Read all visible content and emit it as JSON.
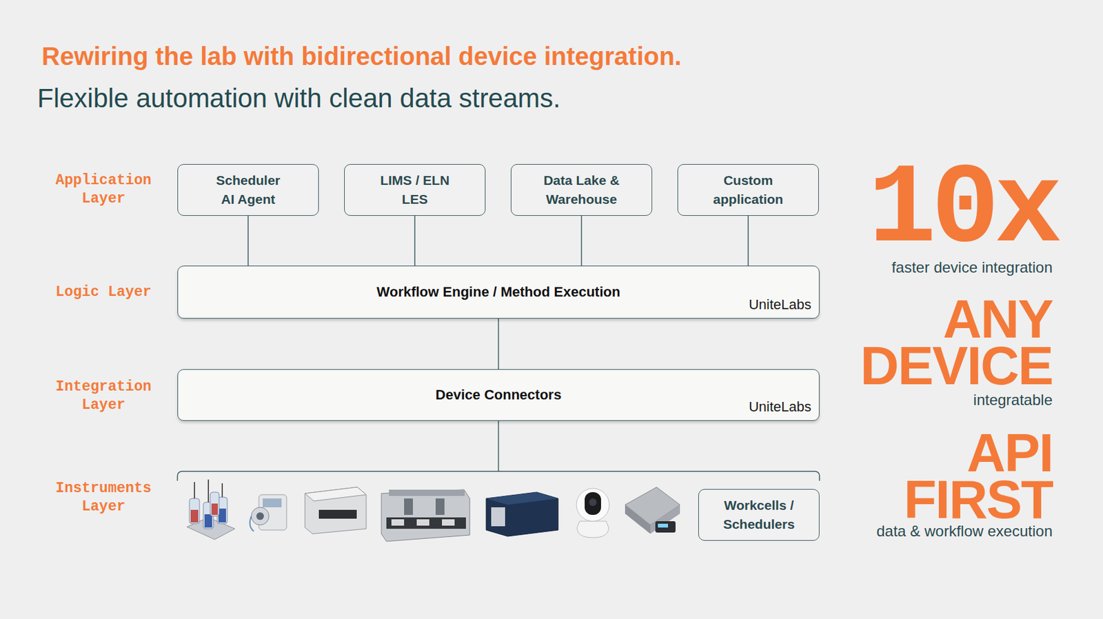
{
  "diagram": {
    "title": "Rewiring the lab with bidirectional device integration.",
    "nodes": [
      {
        "text": [
          "Scheduler AI Agent"
        ]
      },
      {
        "text": [
          "LIMS / ELN LES"
        ]
      },
      {
        "text": [
          "Data Lake & Warehouse"
        ]
      },
      {
        "text": [
          "Custom application"
        ]
      },
      {
        "text": [
          "Workflow Engine / Method Execution",
          "UniteLabs"
        ]
      },
      {
        "text": [
          "Device Connectors",
          "UniteLabs"
        ]
      },
      {
        "text": [
          "Workcells / Schedulers"
        ]
      }
    ],
    "edges": [
      {
        "from": 0,
        "to": 4,
        "arrow": "none"
      },
      {
        "from": 1,
        "to": 4,
        "arrow": "none"
      },
      {
        "from": 2,
        "to": 4,
        "arrow": "none"
      },
      {
        "from": 3,
        "to": 4,
        "arrow": "none"
      },
      {
        "from": 4,
        "to": 5,
        "arrow": "none"
      }
    ],
    "labels": [
      "Flexible automation with clean data streams.",
      "Application Layer",
      "Logic Layer",
      "Integration Layer",
      "Instruments Layer",
      "10x",
      "faster device integration",
      "ANY DEVICE",
      "integratable",
      "API FIRST",
      "data & workflow execution"
    ]
  }
}
